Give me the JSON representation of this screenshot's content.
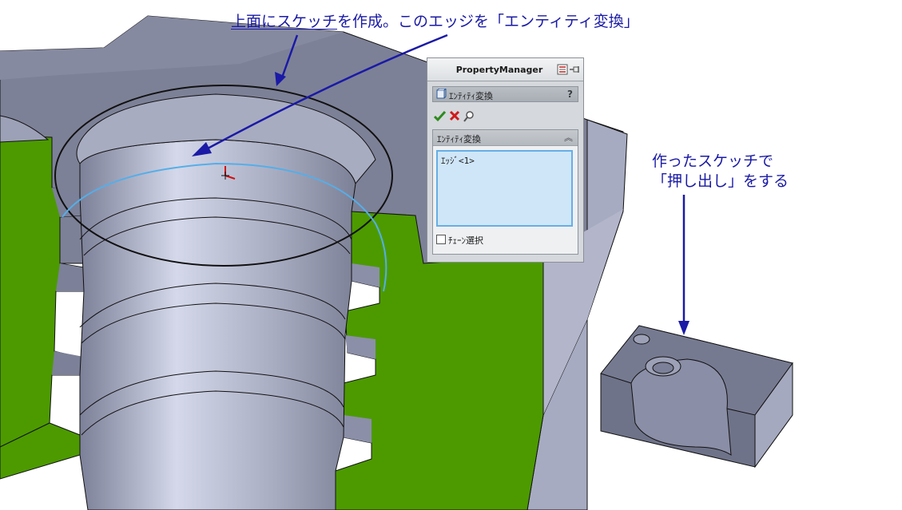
{
  "annotations": {
    "top_part1": "上面にスケッチ",
    "top_part2": "を作成。このエッジを「エンティティ変換」",
    "right_line1": "作ったスケッチで",
    "right_line2": "「押し出し」をする"
  },
  "property_manager": {
    "title": "PropertyManager",
    "feature_name": "ｴﾝﾃｨﾃｨ変換",
    "help_label": "?",
    "group_title": "ｴﾝﾃｨﾃｨ変換",
    "collapse_glyph": "︽",
    "selection_item": "ｴｯｼﾞ<1>",
    "chain_select_label": "ﾁｪｰﾝ選択"
  },
  "colors": {
    "accent_text": "#1a1aa6",
    "section_face": "#4c9a00",
    "surface": "#8b8fa8",
    "sketch_edge": "#55aee8"
  }
}
